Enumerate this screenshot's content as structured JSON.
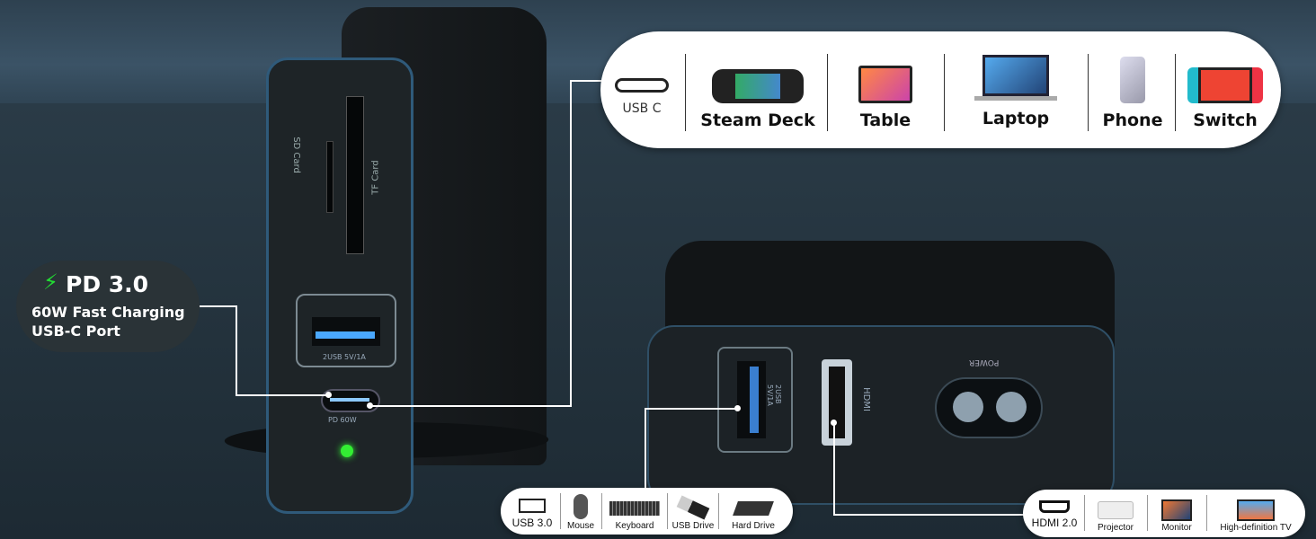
{
  "top_panel": {
    "items": [
      {
        "icon": "usb-c-port-icon",
        "label": "USB C"
      },
      {
        "icon": "steam-deck-icon",
        "label": "Steam Deck"
      },
      {
        "icon": "tablet-icon",
        "label": "Table"
      },
      {
        "icon": "laptop-icon",
        "label": "Laptop"
      },
      {
        "icon": "phone-icon",
        "label": "Phone"
      },
      {
        "icon": "switch-console-icon",
        "label": "Switch"
      }
    ]
  },
  "pd_callout": {
    "title": "PD 3.0",
    "line1": "60W Fast Charging",
    "line2": "USB-C Port",
    "accent": "#22dd33"
  },
  "charger_front": {
    "sd_label": "SD Card",
    "tf_label": "TF Card",
    "usb_label": "2USB 5V/1A",
    "pd_label": "PD 60W",
    "led_color": "#33ee33"
  },
  "charger_back": {
    "usb_label": "2USB 5V/1A",
    "hdmi_label": "HDMI",
    "power_label": "POWER"
  },
  "usb_panel": {
    "items": [
      {
        "icon": "usb-port-icon",
        "label": "USB 3.0"
      },
      {
        "icon": "mouse-icon",
        "label": "Mouse"
      },
      {
        "icon": "keyboard-icon",
        "label": "Keyboard"
      },
      {
        "icon": "usb-drive-icon",
        "label": "USB Drive"
      },
      {
        "icon": "hard-drive-icon",
        "label": "Hard Drive"
      }
    ]
  },
  "hdmi_panel": {
    "items": [
      {
        "icon": "hdmi-port-icon",
        "label": "HDMI 2.0"
      },
      {
        "icon": "projector-icon",
        "label": "Projector"
      },
      {
        "icon": "monitor-icon",
        "label": "Monitor"
      },
      {
        "icon": "tv-icon",
        "label": "High-definition TV"
      }
    ]
  }
}
